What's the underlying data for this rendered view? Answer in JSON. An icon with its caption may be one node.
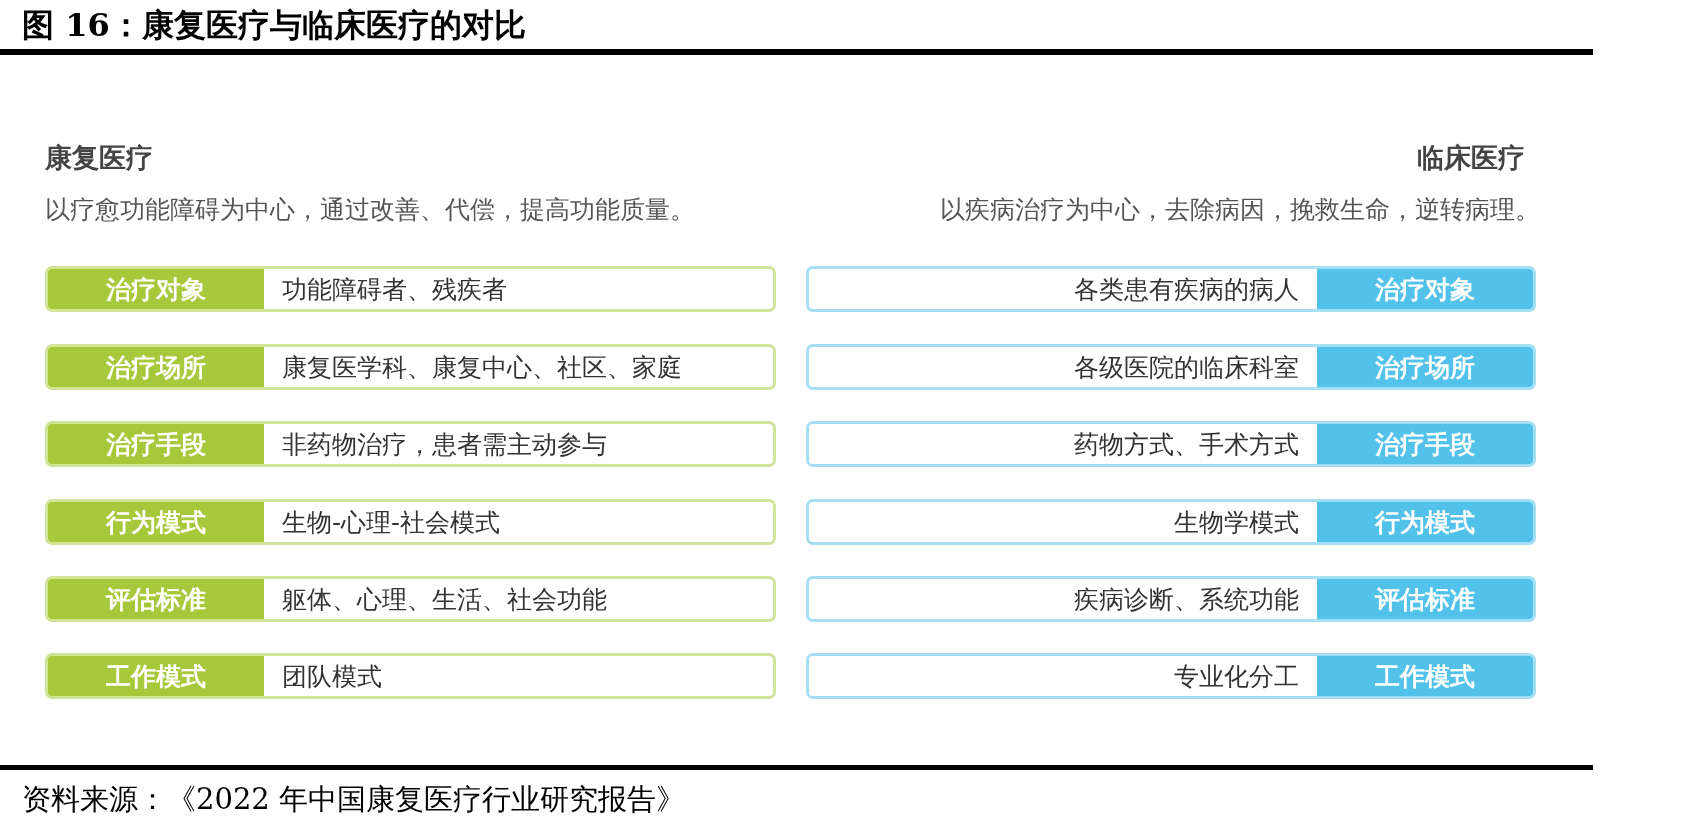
{
  "diagram": {
    "title": "图 16：康复医疗与临床医疗的对比",
    "caption": "资料来源：《2022 年中国康复医疗行业研究报告》",
    "nodes": [
      {
        "text": [
          "治疗对象",
          "功能障碍者、残疾者"
        ]
      },
      {
        "text": [
          "各类患有疾病的病人",
          "治疗对象"
        ]
      },
      {
        "text": [
          "治疗场所",
          "康复医学科、康复中心、社区、家庭"
        ]
      },
      {
        "text": [
          "各级医院的临床科室",
          "治疗场所"
        ]
      },
      {
        "text": [
          "治疗手段",
          "非药物治疗，患者需主动参与"
        ]
      },
      {
        "text": [
          "药物方式、手术方式",
          "治疗手段"
        ]
      },
      {
        "text": [
          "行为模式",
          "生物-心理-社会模式"
        ]
      },
      {
        "text": [
          "生物学模式",
          "行为模式"
        ]
      },
      {
        "text": [
          "评估标准",
          "躯体、心理、生活、社会功能"
        ]
      },
      {
        "text": [
          "疾病诊断、系统功能",
          "评估标准"
        ]
      },
      {
        "text": [
          "工作模式",
          "团队模式"
        ]
      },
      {
        "text": [
          "专业化分工",
          "工作模式"
        ]
      }
    ],
    "labels": [
      "康复医疗",
      "临床医疗",
      "以疗愈功能障碍为中心，通过改善、代偿，提高功能质量。",
      "以疾病治疗为中心，去除病因，挽救生命，逆转病理。"
    ]
  }
}
